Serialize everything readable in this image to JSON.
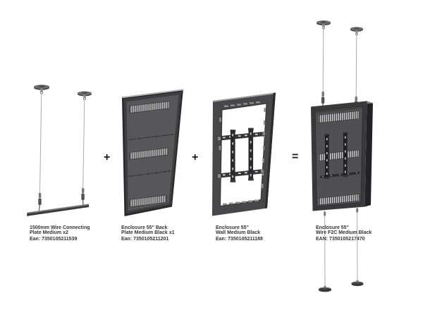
{
  "diagram": {
    "background": "#ffffff",
    "operators": {
      "plus_1": "+",
      "plus_2": "+",
      "equals": "="
    },
    "products": [
      {
        "illustration": "ceiling-wires-with-connecting-plate",
        "name_line1": "1500mm Wire Connecting",
        "name_line2": "Plate Medium x2",
        "ean": "Ean: 7350105211539"
      },
      {
        "illustration": "back-plate-panel",
        "name_line1": "Enclosure 55\" Back",
        "name_line2": "Plate Medium Black x1",
        "ean": "Ean: 7350105211201"
      },
      {
        "illustration": "wall-frame-with-vesa-bracket",
        "name_line1": "Enclosure 55\"",
        "name_line2": "Wall Medium Black",
        "ean": "Ean: 7350105211188"
      },
      {
        "illustration": "assembled-enclosure-floor-to-ceiling-wires",
        "name_line1": "Enclosure 55\"",
        "name_line2": "Wire F2C Medium Black",
        "ean": "EAN: 7350105217470"
      }
    ],
    "colors": {
      "panel_face": "#57575a",
      "panel_rim": "#39393b",
      "panel_side": "#242427",
      "vent_light": "#d9d9d9",
      "wire": "#acacae",
      "text": "#343434"
    }
  }
}
